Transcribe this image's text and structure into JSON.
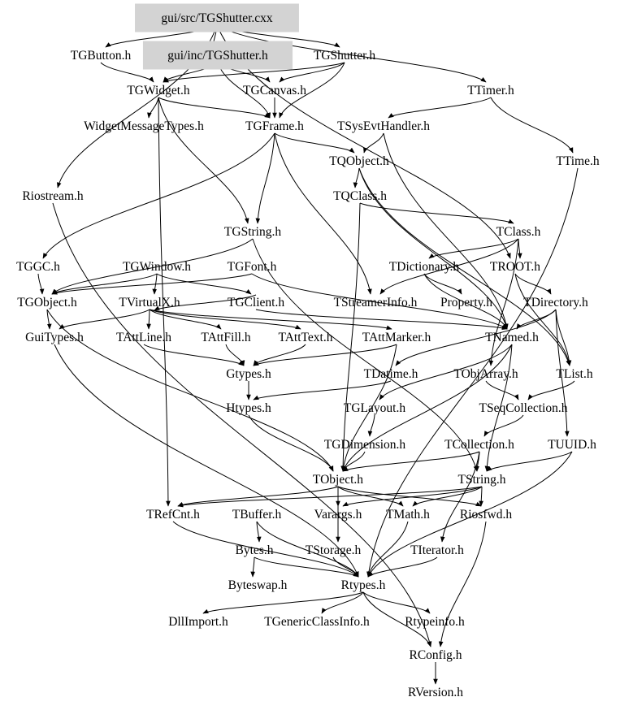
{
  "graph": {
    "highlighted": [
      "gui/src/TGShutter.cxx",
      "gui/inc/TGShutter.h"
    ],
    "box_color": "#d3d3d3",
    "nodes": [
      "gui/src/TGShutter.cxx",
      "TGButton.h",
      "gui/inc/TGShutter.h",
      "TGShutter.h",
      "TTimer.h",
      "TGWidget.h",
      "TGCanvas.h",
      "WidgetMessageTypes.h",
      "TGFrame.h",
      "TSysEvtHandler.h",
      "TQObject.h",
      "TTime.h",
      "Riostream.h",
      "TQClass.h",
      "TGString.h",
      "TClass.h",
      "TGGC.h",
      "TGWindow.h",
      "TGFont.h",
      "TDictionary.h",
      "TROOT.h",
      "TGObject.h",
      "TVirtualX.h",
      "TGClient.h",
      "TStreamerInfo.h",
      "Property.h",
      "TDirectory.h",
      "GuiTypes.h",
      "TAttLine.h",
      "TAttFill.h",
      "TAttText.h",
      "TAttMarker.h",
      "TNamed.h",
      "Gtypes.h",
      "TDatime.h",
      "TObjArray.h",
      "TList.h",
      "Htypes.h",
      "TGLayout.h",
      "TSeqCollection.h",
      "TGDimension.h",
      "TCollection.h",
      "TUUID.h",
      "TObject.h",
      "TString.h",
      "TRefCnt.h",
      "TBuffer.h",
      "Varargs.h",
      "TMath.h",
      "Riosfwd.h",
      "Bytes.h",
      "TStorage.h",
      "TIterator.h",
      "Byteswap.h",
      "Rtypes.h",
      "DllImport.h",
      "TGenericClassInfo.h",
      "Rtypeinfo.h",
      "RConfig.h",
      "RVersion.h"
    ],
    "edges": [
      [
        "gui/src/TGShutter.cxx",
        "TGButton.h"
      ],
      [
        "gui/src/TGShutter.cxx",
        "gui/inc/TGShutter.h"
      ],
      [
        "gui/src/TGShutter.cxx",
        "TGShutter.h"
      ],
      [
        "gui/src/TGShutter.cxx",
        "TTimer.h"
      ],
      [
        "gui/src/TGShutter.cxx",
        "Riostream.h"
      ],
      [
        "gui/src/TGShutter.cxx",
        "TROOT.h"
      ],
      [
        "gui/inc/TGShutter.h",
        "TGWidget.h"
      ],
      [
        "gui/inc/TGShutter.h",
        "TGCanvas.h"
      ],
      [
        "gui/inc/TGShutter.h",
        "TGFrame.h"
      ],
      [
        "TGButton.h",
        "TGWidget.h"
      ],
      [
        "TGShutter.h",
        "TGCanvas.h"
      ],
      [
        "TGShutter.h",
        "TGWidget.h"
      ],
      [
        "TGShutter.h",
        "TGFrame.h"
      ],
      [
        "TTimer.h",
        "TSysEvtHandler.h"
      ],
      [
        "TTimer.h",
        "TTime.h"
      ],
      [
        "TGWidget.h",
        "WidgetMessageTypes.h"
      ],
      [
        "TGWidget.h",
        "TGFrame.h"
      ],
      [
        "TGWidget.h",
        "TGString.h"
      ],
      [
        "TGWidget.h",
        "TRefCnt.h"
      ],
      [
        "TGCanvas.h",
        "TGFrame.h"
      ],
      [
        "TGFrame.h",
        "TQObject.h"
      ],
      [
        "TGFrame.h",
        "TGString.h"
      ],
      [
        "TGFrame.h",
        "TGGC.h"
      ],
      [
        "TGFrame.h",
        "TStreamerInfo.h"
      ],
      [
        "TSysEvtHandler.h",
        "TQObject.h"
      ],
      [
        "TSysEvtHandler.h",
        "TNamed.h"
      ],
      [
        "TQObject.h",
        "TQClass.h"
      ],
      [
        "TQObject.h",
        "TList.h"
      ],
      [
        "TQObject.h",
        "TNamed.h"
      ],
      [
        "TQClass.h",
        "TClass.h"
      ],
      [
        "TQClass.h",
        "TObject.h"
      ],
      [
        "TTime.h",
        "Rtypes.h"
      ],
      [
        "TClass.h",
        "TDictionary.h"
      ],
      [
        "TClass.h",
        "TROOT.h"
      ],
      [
        "TClass.h",
        "TObjArray.h"
      ],
      [
        "TClass.h",
        "TStreamerInfo.h"
      ],
      [
        "TGString.h",
        "TString.h"
      ],
      [
        "TGString.h",
        "TGObject.h"
      ],
      [
        "TGGC.h",
        "TGObject.h"
      ],
      [
        "TGWindow.h",
        "TGObject.h"
      ],
      [
        "TGWindow.h",
        "TVirtualX.h"
      ],
      [
        "TGWindow.h",
        "TGClient.h"
      ],
      [
        "TGFont.h",
        "TGObject.h"
      ],
      [
        "TGFont.h",
        "TNamed.h"
      ],
      [
        "TGClient.h",
        "TVirtualX.h"
      ],
      [
        "TGClient.h",
        "TNamed.h"
      ],
      [
        "TDictionary.h",
        "Property.h"
      ],
      [
        "TDictionary.h",
        "TNamed.h"
      ],
      [
        "TROOT.h",
        "TDirectory.h"
      ],
      [
        "TROOT.h",
        "TList.h"
      ],
      [
        "TDirectory.h",
        "TNamed.h"
      ],
      [
        "TDirectory.h",
        "TList.h"
      ],
      [
        "TDirectory.h",
        "TDatime.h"
      ],
      [
        "TDirectory.h",
        "TUUID.h"
      ],
      [
        "TGObject.h",
        "GuiTypes.h"
      ],
      [
        "TGObject.h",
        "TObject.h"
      ],
      [
        "TVirtualX.h",
        "TAttLine.h"
      ],
      [
        "TVirtualX.h",
        "TAttFill.h"
      ],
      [
        "TVirtualX.h",
        "TAttText.h"
      ],
      [
        "TVirtualX.h",
        "TAttMarker.h"
      ],
      [
        "TVirtualX.h",
        "GuiTypes.h"
      ],
      [
        "TAttLine.h",
        "Gtypes.h"
      ],
      [
        "TAttFill.h",
        "Gtypes.h"
      ],
      [
        "TAttText.h",
        "Gtypes.h"
      ],
      [
        "TAttMarker.h",
        "Gtypes.h"
      ],
      [
        "TAttMarker.h",
        "TObject.h"
      ],
      [
        "Gtypes.h",
        "Htypes.h"
      ],
      [
        "TDatime.h",
        "Htypes.h"
      ],
      [
        "Htypes.h",
        "TObject.h"
      ],
      [
        "TNamed.h",
        "TObject.h"
      ],
      [
        "TNamed.h",
        "TString.h"
      ],
      [
        "TNamed.h",
        "TGLayout.h"
      ],
      [
        "TObjArray.h",
        "TSeqCollection.h"
      ],
      [
        "TList.h",
        "TSeqCollection.h"
      ],
      [
        "TSeqCollection.h",
        "TCollection.h"
      ],
      [
        "TCollection.h",
        "TObject.h"
      ],
      [
        "TCollection.h",
        "TIterator.h"
      ],
      [
        "TCollection.h",
        "TString.h"
      ],
      [
        "TGLayout.h",
        "TGDimension.h"
      ],
      [
        "TGDimension.h",
        "TObject.h"
      ],
      [
        "TUUID.h",
        "TString.h"
      ],
      [
        "TUUID.h",
        "Rtypes.h"
      ],
      [
        "TObject.h",
        "Varargs.h"
      ],
      [
        "TObject.h",
        "TMath.h"
      ],
      [
        "TObject.h",
        "TStorage.h"
      ],
      [
        "TObject.h",
        "Riosfwd.h"
      ],
      [
        "TObject.h",
        "TRefCnt.h"
      ],
      [
        "TString.h",
        "TRefCnt.h"
      ],
      [
        "TString.h",
        "TMath.h"
      ],
      [
        "TString.h",
        "Riosfwd.h"
      ],
      [
        "TString.h",
        "Varargs.h"
      ],
      [
        "TBuffer.h",
        "Bytes.h"
      ],
      [
        "TBuffer.h",
        "Rtypes.h"
      ],
      [
        "TRefCnt.h",
        "Rtypes.h"
      ],
      [
        "Bytes.h",
        "Byteswap.h"
      ],
      [
        "Bytes.h",
        "Rtypes.h"
      ],
      [
        "TStorage.h",
        "Rtypes.h"
      ],
      [
        "TIterator.h",
        "Rtypes.h"
      ],
      [
        "TMath.h",
        "Rtypes.h"
      ],
      [
        "Riosfwd.h",
        "RConfig.h"
      ],
      [
        "Rtypes.h",
        "DllImport.h"
      ],
      [
        "Rtypes.h",
        "TGenericClassInfo.h"
      ],
      [
        "Rtypes.h",
        "Rtypeinfo.h"
      ],
      [
        "Rtypes.h",
        "RConfig.h"
      ],
      [
        "Riostream.h",
        "RConfig.h"
      ],
      [
        "GuiTypes.h",
        "Rtypes.h"
      ],
      [
        "RConfig.h",
        "RVersion.h"
      ]
    ]
  }
}
